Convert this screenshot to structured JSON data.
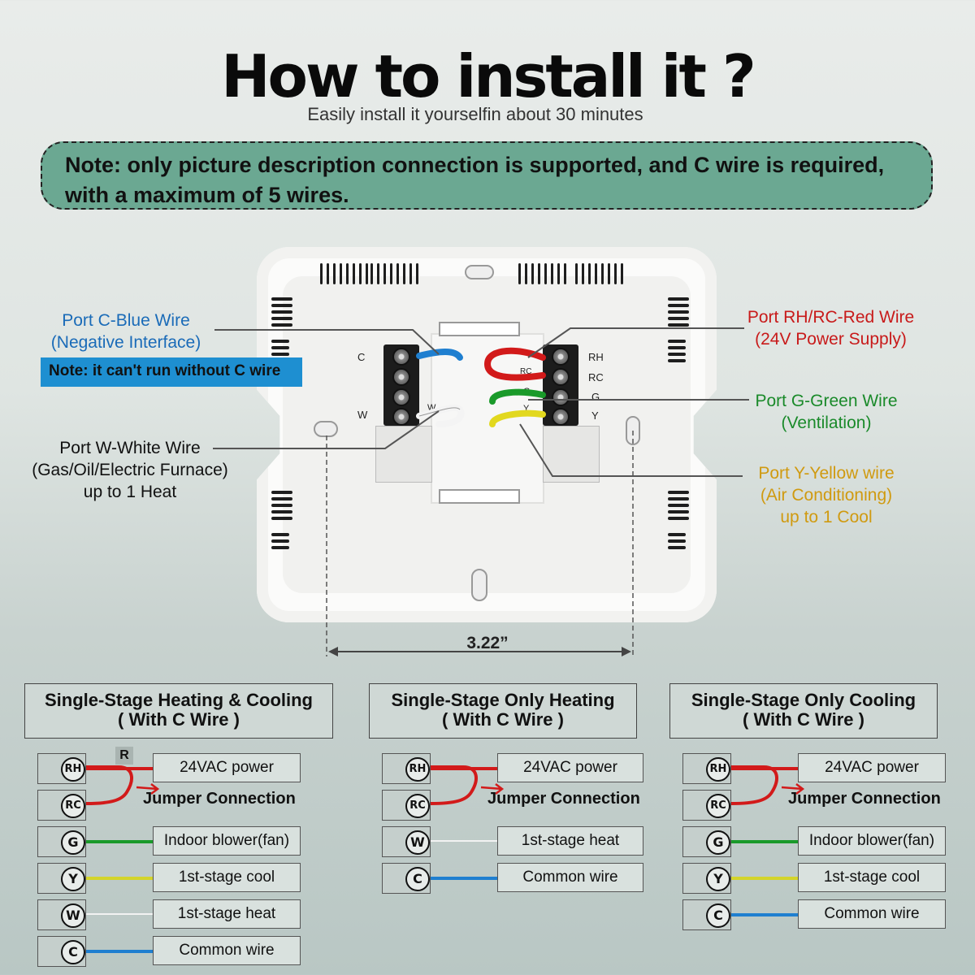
{
  "header": {
    "title": "How to install it ?",
    "subtitle": "Easily install it yourselfin about 30 minutes",
    "note": "Note: only picture description connection is supported, and C wire is required, with a maximum of 5 wires."
  },
  "callouts": {
    "c_line1": "Port C-Blue Wire",
    "c_line2": "(Negative Interface)",
    "c_note": "Note: it can't run without C wire",
    "w_line1": "Port W-White Wire",
    "w_line2": "(Gas/Oil/Electric Furnace)",
    "w_line3": "up to 1 Heat",
    "rh_line1": "Port RH/RC-Red Wire",
    "rh_line2": "(24V Power Supply)",
    "g_line1": "Port G-Green Wire",
    "g_line2": "(Ventilation)",
    "y_line1": "Port Y-Yellow wire",
    "y_line2": "(Air Conditioning)",
    "y_line3": "up to 1 Cool"
  },
  "terminals": {
    "left": [
      "C",
      "W"
    ],
    "right": [
      "RH",
      "RC",
      "G",
      "Y"
    ],
    "wire_labels": {
      "w": "W",
      "g": "G",
      "y": "Y",
      "rc": "RC"
    }
  },
  "dimension": "3.22”",
  "colors": {
    "red": "#d21a1a",
    "blue": "#1f7fd0",
    "green": "#1a9a2a",
    "yellow": "#d4d42a",
    "white": "#e4e4e4",
    "note_bg": "#6ba892"
  },
  "diagrams": [
    {
      "title_line1": "Single-Stage Heating & Cooling",
      "title_line2": "( With C Wire )",
      "r_badge": "R",
      "jumper": "Jumper Connection",
      "rows": [
        {
          "term": "RH",
          "label": "24VAC power",
          "wire": "red"
        },
        {
          "term": "RC",
          "label": "",
          "wire": "red"
        },
        {
          "term": "G",
          "label": "Indoor blower(fan)",
          "wire": "green"
        },
        {
          "term": "Y",
          "label": "1st-stage cool",
          "wire": "yellow"
        },
        {
          "term": "W",
          "label": "1st-stage heat",
          "wire": "white"
        },
        {
          "term": "C",
          "label": "Common wire",
          "wire": "blue"
        }
      ]
    },
    {
      "title_line1": "Single-Stage Only Heating",
      "title_line2": "( With C Wire )",
      "jumper": "Jumper Connection",
      "rows": [
        {
          "term": "RH",
          "label": "24VAC power",
          "wire": "red"
        },
        {
          "term": "RC",
          "label": "",
          "wire": "red"
        },
        {
          "term": "W",
          "label": "1st-stage heat",
          "wire": "white"
        },
        {
          "term": "C",
          "label": "Common wire",
          "wire": "blue"
        }
      ]
    },
    {
      "title_line1": "Single-Stage Only Cooling",
      "title_line2": "( With C Wire )",
      "jumper": "Jumper Connection",
      "rows": [
        {
          "term": "RH",
          "label": "24VAC power",
          "wire": "red"
        },
        {
          "term": "RC",
          "label": "",
          "wire": "red"
        },
        {
          "term": "G",
          "label": "Indoor blower(fan)",
          "wire": "green"
        },
        {
          "term": "Y",
          "label": "1st-stage cool",
          "wire": "yellow"
        },
        {
          "term": "C",
          "label": "Common wire",
          "wire": "blue"
        }
      ]
    }
  ]
}
